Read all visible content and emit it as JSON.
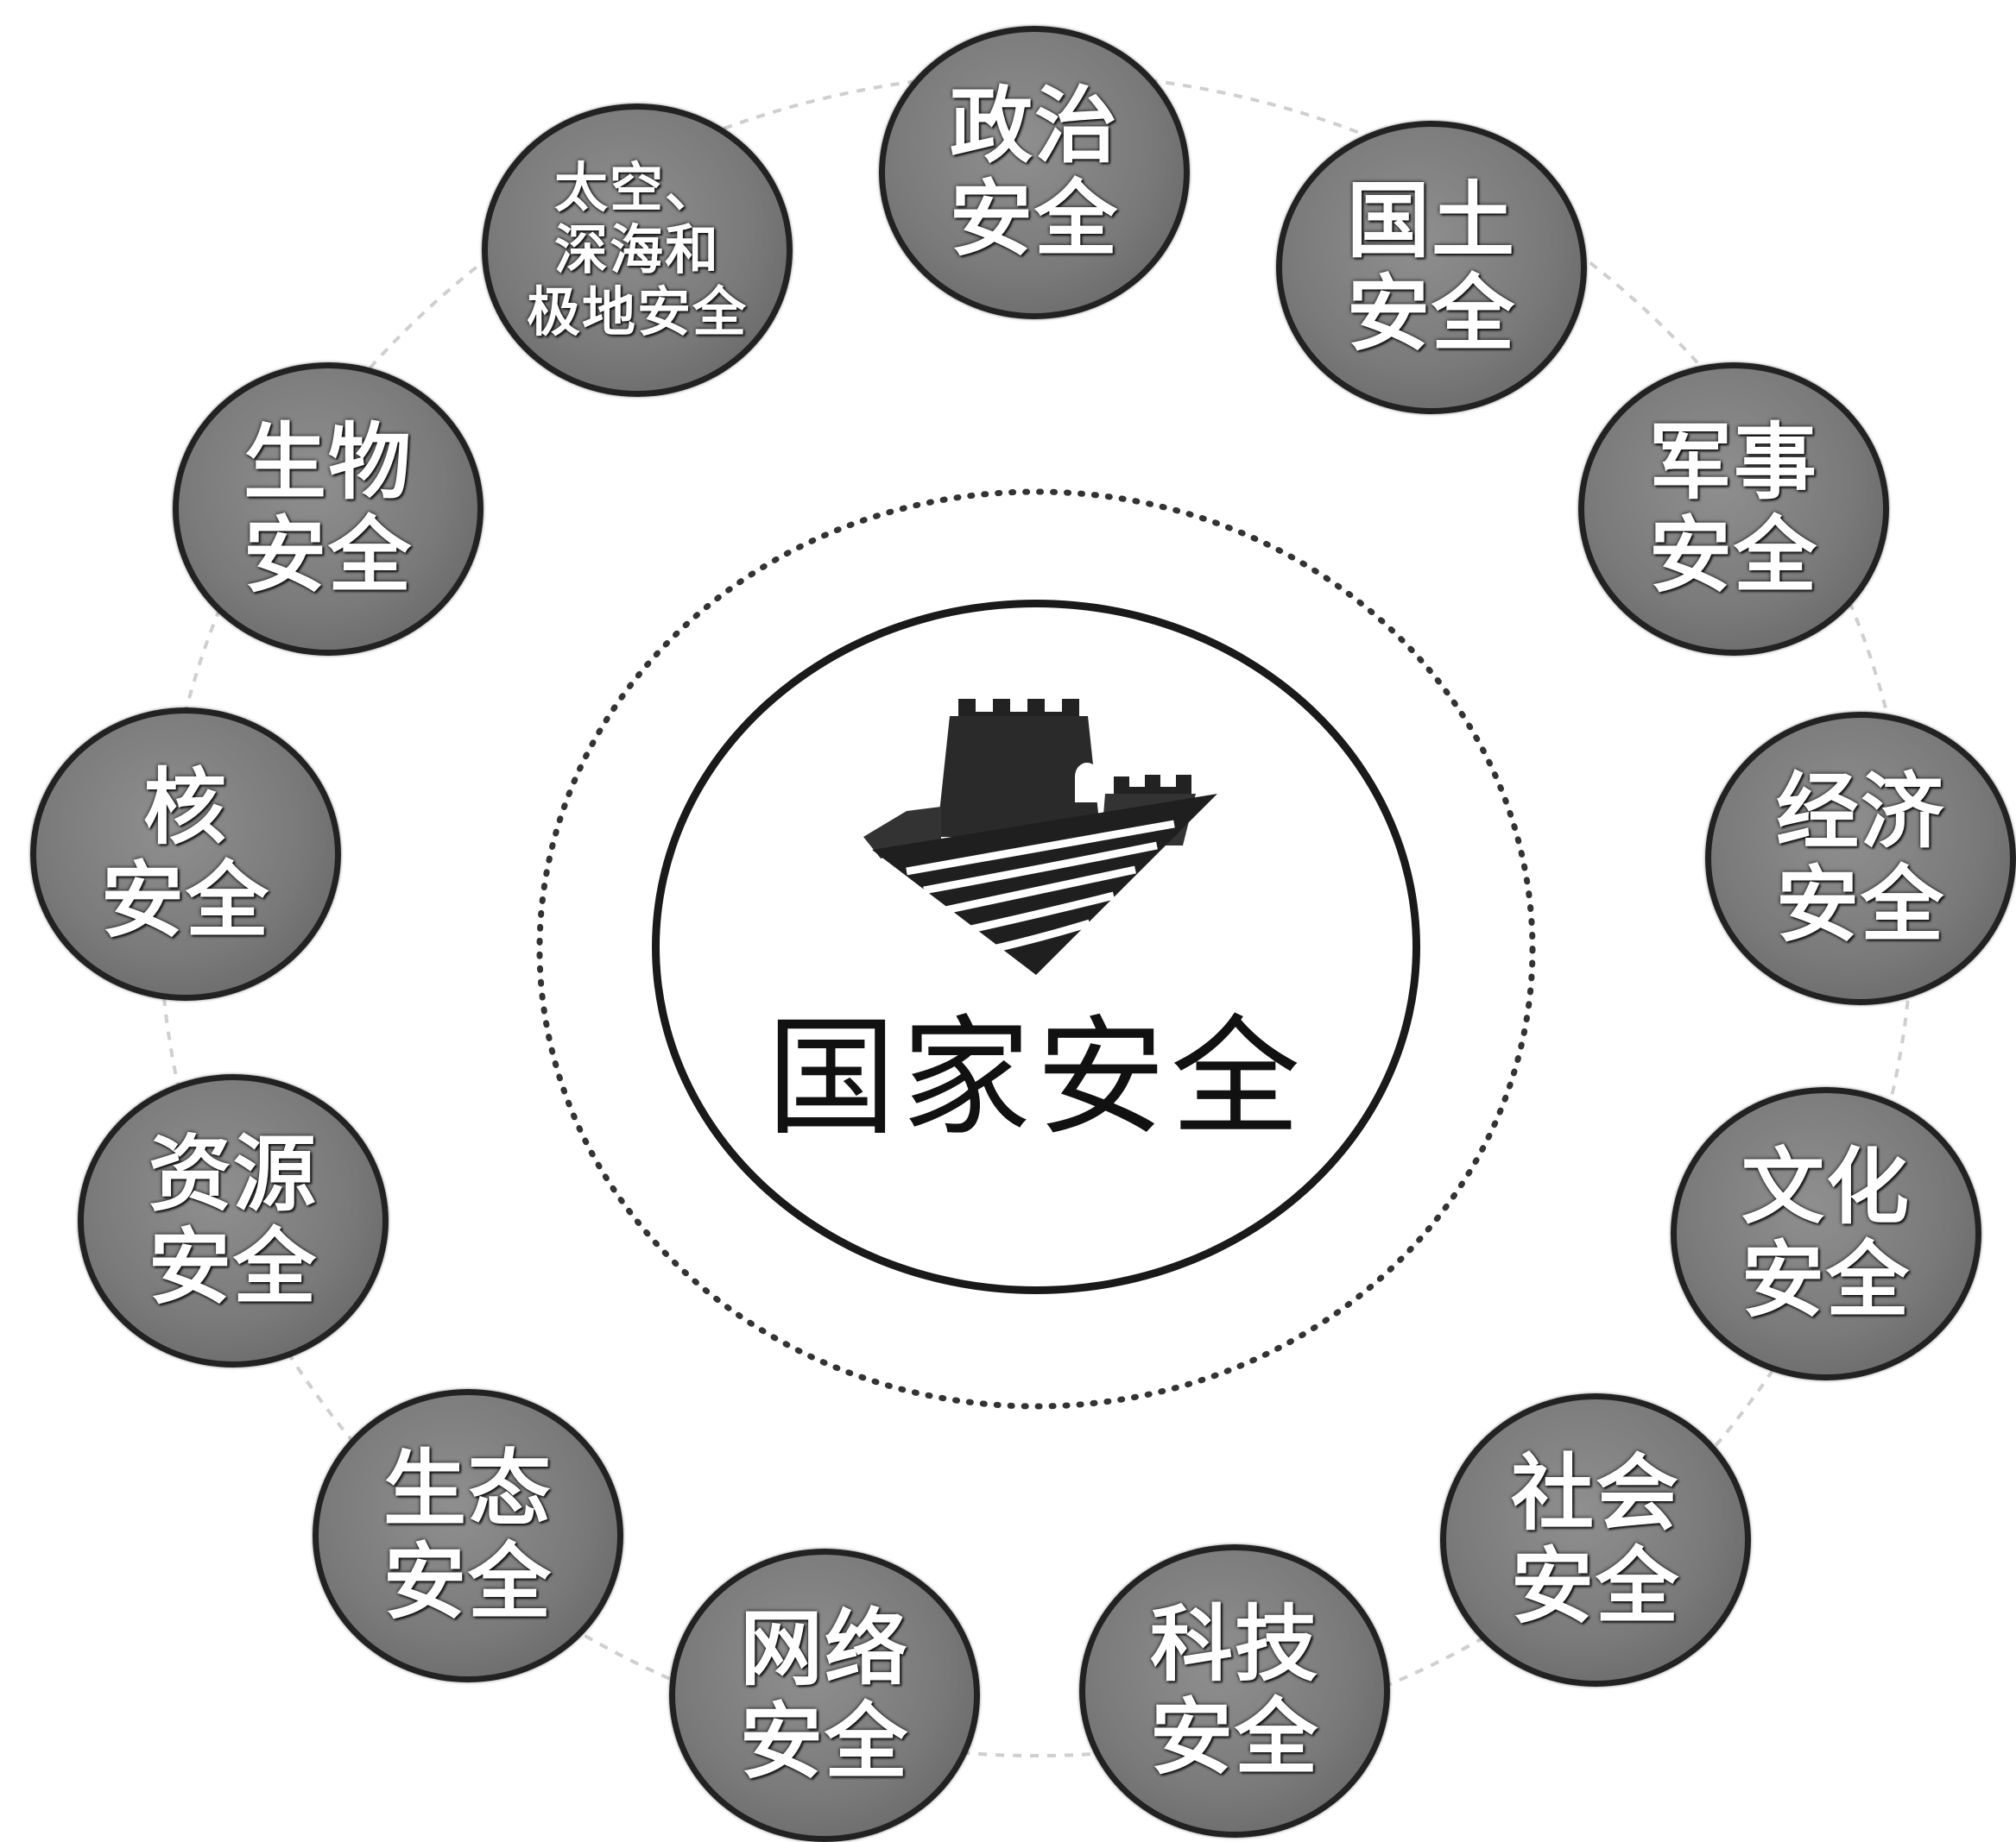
{
  "center": {
    "title": "国家安全",
    "emblem_icon": "great-wall-icon"
  },
  "nodes": [
    {
      "id": "political",
      "label": "政治\n安全"
    },
    {
      "id": "territorial",
      "label": "国土\n安全"
    },
    {
      "id": "military",
      "label": "军事\n安全"
    },
    {
      "id": "economic",
      "label": "经济\n安全"
    },
    {
      "id": "cultural",
      "label": "文化\n安全"
    },
    {
      "id": "social",
      "label": "社会\n安全"
    },
    {
      "id": "technology",
      "label": "科技\n安全"
    },
    {
      "id": "cyber",
      "label": "网络\n安全"
    },
    {
      "id": "ecological",
      "label": "生态\n安全"
    },
    {
      "id": "resource",
      "label": "资源\n安全"
    },
    {
      "id": "nuclear",
      "label": "核\n安全"
    },
    {
      "id": "biological",
      "label": "生物\n安全"
    },
    {
      "id": "space-deepsea-polar",
      "label": "太空、\n深海和\n极地安全"
    }
  ],
  "colors": {
    "node_fill": "#7a7a7a",
    "node_border": "#222222",
    "node_text": "#ffffff",
    "center_border": "#1a1a1a",
    "center_text": "#111111",
    "dotted_ring": "#333333",
    "outer_ring": "#cccccc"
  }
}
